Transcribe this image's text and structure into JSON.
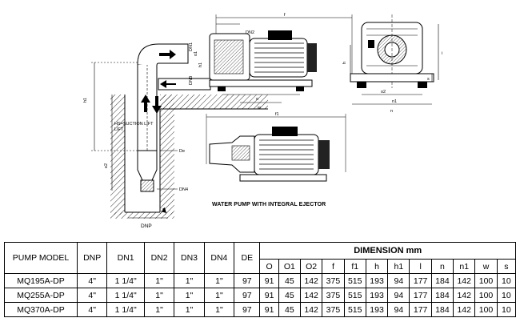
{
  "diagram": {
    "caption": "WATER PUMP WITH INTEGRAL EJECTOR",
    "labels": {
      "hs_suction_lift": "HS=SUCTION LIFT",
      "dnp": "DNP",
      "dn1": "DN1",
      "dn2": "DN2",
      "dn3": "DN3",
      "dn4": "DN4",
      "de": "De",
      "o": "o",
      "o1": "o1",
      "o2": "o2",
      "f": "f",
      "f1": "f1",
      "h": "h",
      "h1": "h1",
      "i": "i",
      "n": "n",
      "n1": "n1",
      "w": "w",
      "s": "s",
      "e2": "e2",
      "e1": "e1"
    }
  },
  "table": {
    "col_pump_model": "PUMP  MODEL",
    "col_dnp": "DNP",
    "col_dn1": "DN1",
    "col_dn2": "DN2",
    "col_dn3": "DN3",
    "col_dn4": "DN4",
    "col_de": "DE",
    "dimension_header": "DIMENSION  mm",
    "dim_columns": [
      "O",
      "O1",
      "O2",
      "f",
      "f1",
      "h",
      "h1",
      "l",
      "n",
      "n1",
      "w",
      "s"
    ],
    "rows": [
      {
        "model": "MQ195A-DP",
        "dnp": "4\"",
        "dn1": "1  1/4\"",
        "dn2": "1\"",
        "dn3": "1\"",
        "dn4": "1\"",
        "de": "97",
        "dims": [
          "91",
          "45",
          "142",
          "375",
          "515",
          "193",
          "94",
          "177",
          "184",
          "142",
          "100",
          "10"
        ]
      },
      {
        "model": "MQ255A-DP",
        "dnp": "4\"",
        "dn1": "1  1/4\"",
        "dn2": "1\"",
        "dn3": "1\"",
        "dn4": "1\"",
        "de": "97",
        "dims": [
          "91",
          "45",
          "142",
          "375",
          "515",
          "193",
          "94",
          "177",
          "184",
          "142",
          "100",
          "10"
        ]
      },
      {
        "model": "MQ370A-DP",
        "dnp": "4\"",
        "dn1": "1  1/4\"",
        "dn2": "1\"",
        "dn3": "1\"",
        "dn4": "1\"",
        "de": "97",
        "dims": [
          "91",
          "45",
          "142",
          "375",
          "515",
          "193",
          "94",
          "177",
          "184",
          "142",
          "100",
          "10"
        ]
      }
    ]
  }
}
